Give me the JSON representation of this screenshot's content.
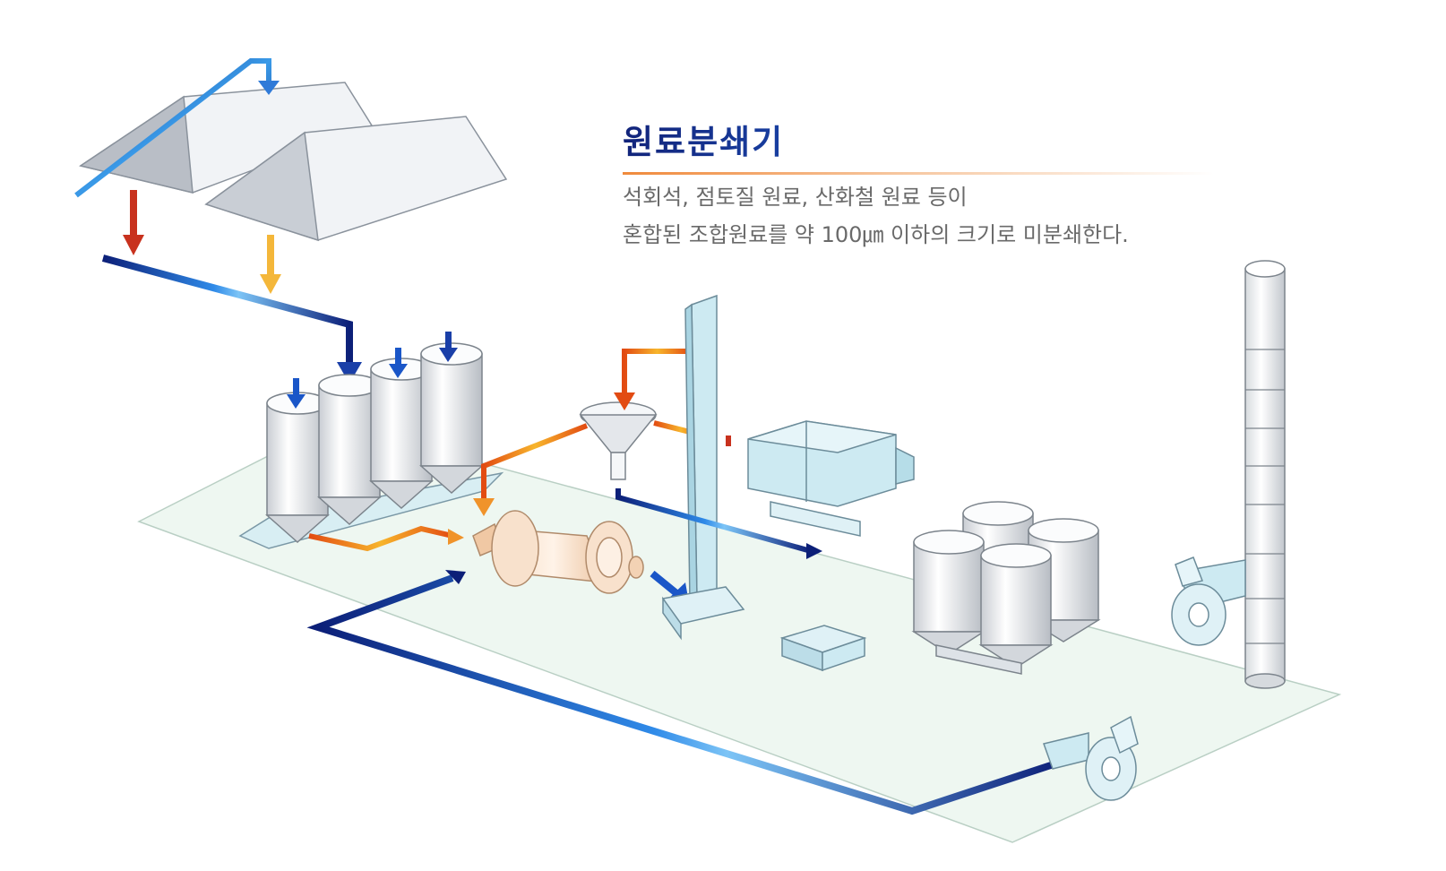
{
  "title": "원료분쇄기",
  "description": {
    "line1": "석회석, 점토질 원료, 산화철 원료 등이",
    "line2": "혼합된 조합원료를 약 100㎛ 이하의 크기로 미분쇄한다."
  },
  "colors": {
    "title_dark": "#12247a",
    "title_light": "#2f8ae0",
    "accent_rule": "#f08a3c",
    "floor": "#eef7f1",
    "equipment_outline": "#6c8c9a",
    "equipment_fill": "#eaeef2",
    "equipment_cyan": "#cdeaf2",
    "flow_blue": "#1a3fa8",
    "flow_orange": "#e87a1c",
    "flow_red": "#c8321e"
  },
  "icons": [
    "stockpile-icon",
    "silo-icon",
    "hopper-icon",
    "raw-mill-icon",
    "bucket-elevator-icon",
    "dust-collector-icon",
    "fan-icon",
    "stack-icon"
  ]
}
